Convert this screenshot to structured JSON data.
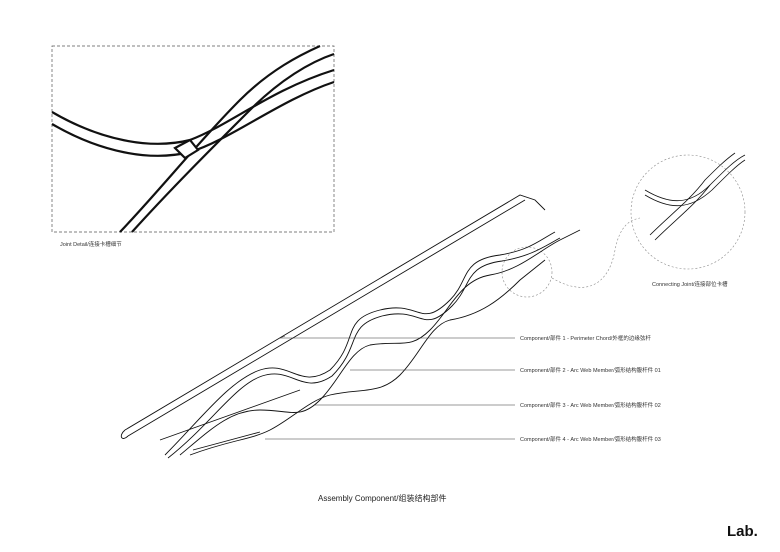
{
  "detail_label": "Joint Detail/连接卡槽细节",
  "joint_label": "Connecting Joint/连接部位卡槽",
  "components": [
    "Component/部件 1 - Perimeter Chord/外框的边缘弦杆",
    "Component/部件 2 - Arc Web Member/弧形结构腹杆件 01",
    "Component/部件 3 - Arc Web Member/弧形结构腹杆件 02",
    "Component/部件 4 - Arc Web Member/弧形结构腹杆件 03"
  ],
  "title": "Assembly Component/组装结构部件",
  "logo": "Lab."
}
